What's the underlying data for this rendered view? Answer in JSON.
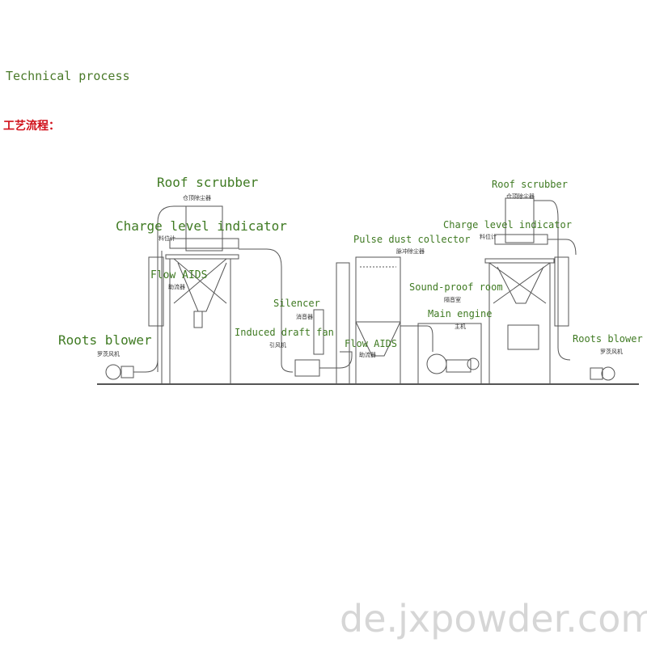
{
  "heading": "Technical process",
  "cn_heading": "工艺流程：",
  "diagram": {
    "left": {
      "roof_scrubber": "Roof scrubber",
      "roof_scrubber_cn": "仓顶除尘器",
      "charge_level": "Charge level indicator",
      "charge_level_cn": "料位计",
      "flow_aids": "Flow AIDS",
      "flow_aids_cn": "助流器",
      "roots_blower": "Roots blower",
      "roots_blower_cn": "罗茨风机"
    },
    "middle": {
      "silencer": "Silencer",
      "silencer_cn": "消音器",
      "induced_fan": "Induced draft fan",
      "induced_fan_cn": "引风机",
      "pulse_collector": "Pulse dust collector",
      "pulse_collector_cn": "脉冲除尘器",
      "flow_aids": "Flow AIDS",
      "flow_aids_cn": "助流器",
      "sound_room": "Sound-proof room",
      "sound_room_cn": "隔音室",
      "main_engine": "Main engine",
      "main_engine_cn": "主机"
    },
    "right": {
      "roof_scrubber": "Roof scrubber",
      "roof_scrubber_cn": "仓顶除尘器",
      "charge_level": "Charge level indicator",
      "charge_level_cn": "料位计",
      "roots_blower": "Roots blower",
      "roots_blower_cn": "罗茨风机"
    }
  },
  "watermark": "de.jxpowder.com"
}
